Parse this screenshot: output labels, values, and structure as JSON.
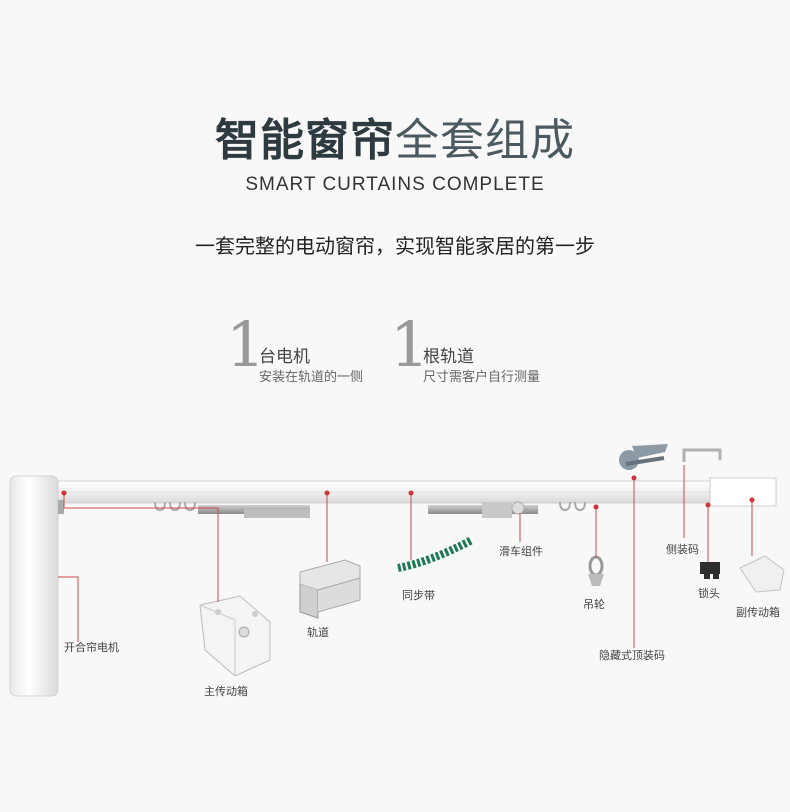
{
  "header": {
    "title_bold": "智能窗帘",
    "title_light": "全套组成",
    "subtitle_en": "SMART CURTAINS COMPLETE",
    "tagline": "一套完整的电动窗帘，实现智能家居的第一步"
  },
  "stats": [
    {
      "number": "1",
      "head": "台电机",
      "sub": "安装在轨道的一侧"
    },
    {
      "number": "1",
      "head": "根轨道",
      "sub": "尺寸需客户自行测量"
    }
  ],
  "parts": {
    "motor": "开合帘电机",
    "main_gearbox": "主传动箱",
    "track": "轨道",
    "timing_belt": "同步带",
    "pulley_set": "滑车组件",
    "hook_wheel": "吊轮",
    "hidden_ceiling_mount": "隐藏式顶装码",
    "side_mount": "侧装码",
    "lock": "锁头",
    "aux_gearbox": "副传动箱"
  },
  "colors": {
    "accent_dot": "#d0343a",
    "belt": "#1e7a55",
    "leader": "#cc4a4a"
  }
}
